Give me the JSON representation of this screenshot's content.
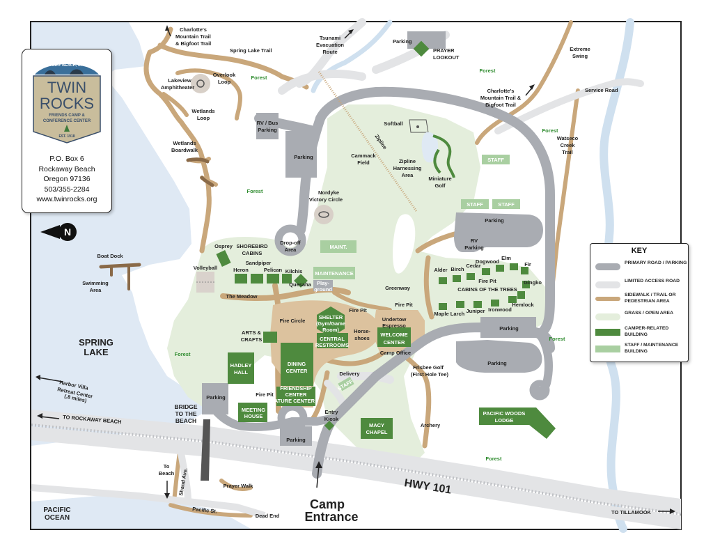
{
  "colors": {
    "road": "#a9acb2",
    "limited_road": "#e3e4e6",
    "trail": "#c9a77b",
    "grass": "#e4eedc",
    "camper_building": "#4e8a3e",
    "staff_building": "#a9cfa1",
    "water": "#dfe9f4",
    "forest_label": "#2e8b2e"
  },
  "logo": {
    "arc_text": "ROCKAWAY BEACH, OREGON",
    "line1": "TWIN",
    "line2": "ROCKS",
    "sub1": "FRIENDS CAMP &",
    "sub2": "CONFERENCE CENTER",
    "est": "EST. 1918"
  },
  "address": {
    "line1": "P.O. Box 6",
    "line2": "Rockaway Beach",
    "line3": "Oregon 97136",
    "line4": "503/355-2284",
    "line5": "www.twinrocks.org"
  },
  "compass": {
    "letter": "N",
    "icon": "north-arrow-icon"
  },
  "key": {
    "title": "KEY",
    "items": [
      {
        "label": "PRIMARY ROAD / PARKING"
      },
      {
        "label": "LIMITED ACCESS ROAD"
      },
      {
        "label": "SIDEWALK / TRAIL OR PEDESTRIAN AREA"
      },
      {
        "label": "GRASS / OPEN AREA"
      },
      {
        "label": "CAMPER-RELATED BUILDING"
      },
      {
        "label": "STAFF / MAINTENANCE BUILDING"
      }
    ]
  },
  "water": {
    "spring_lake_1": "SPRING",
    "spring_lake_2": "LAKE",
    "pacific_1": "PACIFIC",
    "pacific_2": "OCEAN"
  },
  "roads": {
    "hwy": "HWY 101",
    "to_rockaway": "TO ROCKAWAY BEACH",
    "to_tillamook": "TO TILLAMOOK",
    "camp_entrance_1": "Camp",
    "camp_entrance_2": "Entrance",
    "service_road": "Service Road",
    "pacific_st": "Pacific St.",
    "shand_ave": "Shand Ave.",
    "dead_end": "Dead End",
    "to_beach_1": "To",
    "to_beach_2": "Beach",
    "bridge_1": "BRIDGE",
    "bridge_2": "TO THE",
    "bridge_3": "BEACH",
    "harbor_1": "Harbor Villa",
    "harbor_2": "Retreat Center",
    "harbor_3": "(.8 miles)"
  },
  "trails": {
    "charlotte_top_1": "Charlotte's",
    "charlotte_top_2": "Mountain Trail",
    "charlotte_top_3": "& Bigfoot Trail",
    "spring_lake_trail": "Spring Lake Trail",
    "tsunami_1": "Tsunami",
    "tsunami_2": "Evacuation",
    "tsunami_3": "Route",
    "charlotte_right_1": "Charlotte's",
    "charlotte_right_2": "Mountain Trail &",
    "charlotte_right_3": "Bigfoot Trail",
    "extreme_1": "Extreme",
    "extreme_2": "Swing",
    "watseco_1": "Watseco",
    "watseco_2": "Creek",
    "watseco_3": "Trail",
    "overlook_1": "Overlook",
    "overlook_2": "Loop",
    "wetlands_loop_1": "Wetlands",
    "wetlands_loop_2": "Loop",
    "wetlands_boardwalk_1": "Wetlands",
    "wetlands_boardwalk_2": "Boardwalk",
    "prayer_walk": "Prayer Walk"
  },
  "forest_label": "Forest",
  "places": {
    "lakeview_1": "Lakeview",
    "lakeview_2": "Amphitheater",
    "rv_bus_1": "RV / Bus",
    "rv_bus_2": "Parking",
    "parking": "Parking",
    "prayer_lookout_1": "PRAYER",
    "prayer_lookout_2": "LOOKOUT",
    "cammack_1": "Cammack",
    "cammack_2": "Field",
    "softball": "Softball",
    "zipline": "Zipline",
    "zipline_area_1": "Zipline",
    "zipline_area_2": "Harnessing",
    "zipline_area_3": "Area",
    "mini_golf_1": "Miniature",
    "mini_golf_2": "Golf",
    "staff": "STAFF",
    "nordyke_1": "Nordyke",
    "nordyke_2": "Victory Circle",
    "dropoff_1": "Drop-off",
    "dropoff_2": "Area",
    "maint": "MAINT.",
    "maintenance": "MAINTENANCE",
    "playground_1": "Play-",
    "playground_2": "ground",
    "rv_parking_1": "RV",
    "rv_parking_2": "Parking",
    "osprey": "Osprey",
    "shorebird_1": "SHOREBIRD",
    "shorebird_2": "CABINS",
    "sandpiper": "Sandpiper",
    "heron": "Heron",
    "pelican": "Pelican",
    "kilchis": "Kilchis",
    "quesaha": "Quesaha",
    "volleyball": "Volleyball",
    "the_meadow": "The Meadow",
    "boat_dock": "Boat Dock",
    "swimming_1": "Swimming",
    "swimming_2": "Area",
    "greenway": "Greenway",
    "alder": "Alder",
    "birch": "Birch",
    "cedar": "Cedar",
    "dogwood": "Dogwood",
    "elm": "Elm",
    "fir": "Fir",
    "fire_pit": "Fire Pit",
    "cabins_trees": "CABINS OF THE TREES",
    "gingko": "Gingko",
    "hemlock": "Hemlock",
    "ironwood": "Ironwood",
    "juniper": "Juniper",
    "larch": "Larch",
    "maple": "Maple",
    "shelter_1": "SHELTER",
    "shelter_2": "(Gym/Game",
    "shelter_3": "Room)",
    "central_1": "CENTRAL",
    "central_2": "RESTROOMS",
    "horseshoes_1": "Horse-",
    "horseshoes_2": "shoes",
    "undertow_1": "Undertow",
    "undertow_2": "Espresso",
    "welcome_1": "WELCOME",
    "welcome_2": "CENTER",
    "camp_office": "Camp Office",
    "fire_circle": "Fire Circle",
    "arts_1": "ARTS &",
    "arts_2": "CRAFTS",
    "hadley_1": "HADLEY",
    "hadley_2": "HALL",
    "dining_1": "DINING",
    "dining_2": "CENTER",
    "friendship_1": "FRIENDSHIP",
    "friendship_2": "CENTER",
    "friendship_3": "MINIATURE CENTER",
    "meeting_1": "MEETING",
    "meeting_2": "HOUSE",
    "delivery": "Delivery",
    "entry_kiosk_1": "Entry",
    "entry_kiosk_2": "Kiosk",
    "macy_1": "MACY",
    "macy_2": "CHAPEL",
    "frisbee_1": "Frisbee Golf",
    "frisbee_2": "(First Hole Tee)",
    "archery": "Archery",
    "pacific_woods_1": "PACIFIC WOODS",
    "pacific_woods_2": "LODGE"
  }
}
